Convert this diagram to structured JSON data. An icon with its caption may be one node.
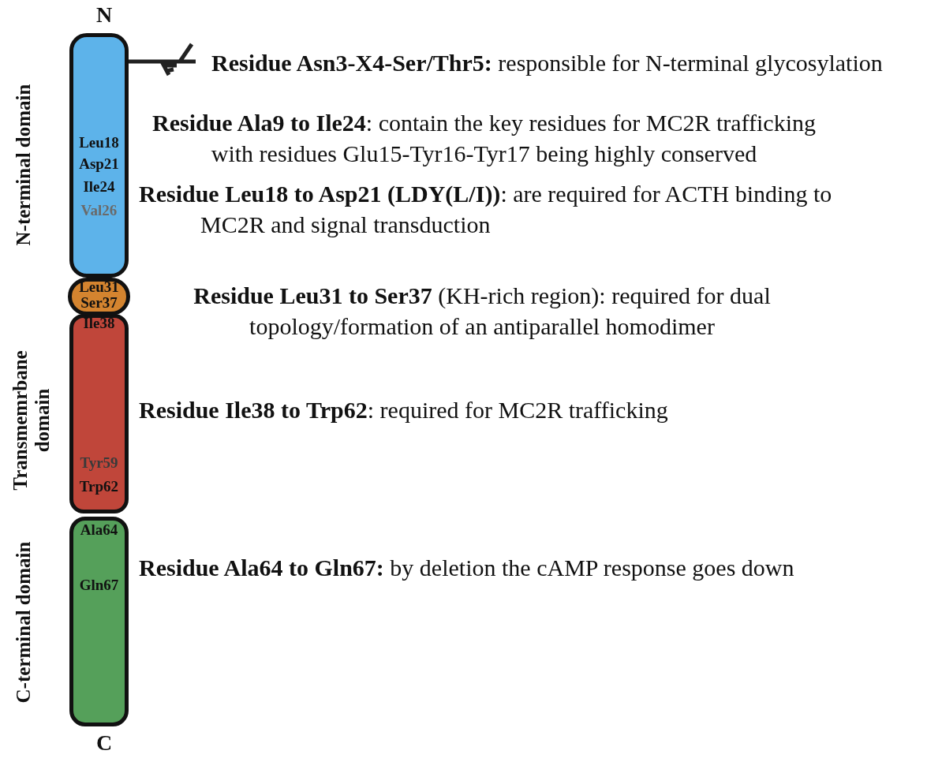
{
  "diagram": {
    "nodes": [
      {
        "text": [
          "Leu18",
          "Asp21",
          "Ile24",
          "Val26"
        ]
      },
      {
        "text": [
          "Leu31",
          "Ser37"
        ]
      },
      {
        "text": [
          "Ile38",
          "Tyr59",
          "Trp62"
        ]
      },
      {
        "text": [
          "Ala64",
          "Gln67"
        ]
      }
    ],
    "labels": [
      "N",
      "N-terminal domain",
      "**Residue Asn3-X4-Ser/Thr5:** responsible for N-terminal glycosylation",
      "**Residue Ala9 to Ile24**: contain the key residues for MC2R trafficking with residues Glu15-Tyr16-Tyr17 being highly conserved",
      "**Residue Leu18 to Asp21 (LDY(L/I))**: are required for ACTH binding to MC2R and signal transduction",
      "**Residue Leu31 to Ser37** (KH-rich region): required for dual topology/formation of an antiparallel homodimer",
      "Transmemrbane domain",
      "**Residue Ile38 to Trp62**: required for MC2R trafficking",
      "C-terminal domain",
      "**Residue Ala64 to Gln67:** by deletion the cAMP response goes down",
      "C"
    ]
  }
}
